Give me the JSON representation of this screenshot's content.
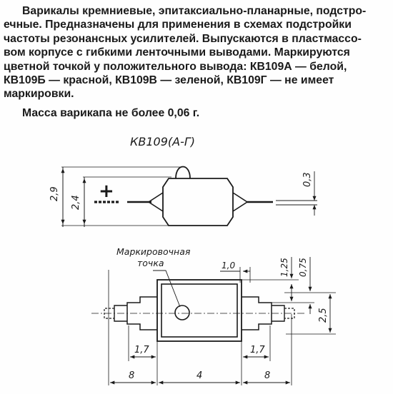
{
  "paragraph": {
    "lines": [
      "Варикалы кремниевые, эпитаксиально-планарные, подстро-",
      "ечные. Предназначены для применения в схемах подстройки",
      "частоты резонансных усилителей. Выпускаются в пластмассо-",
      "вом корпусе с гибкими ленточными выводами. Маркируются",
      "цветной точкой у положительного вывода: КВ109А — белой,",
      "КВ109Б — красной, КВ109В — зеленой, КВ109Г — не имеет",
      "маркировки."
    ]
  },
  "mass": "Масса варикапа не более 0,06 г.",
  "drawing": {
    "title": "КВ109(А-Г)",
    "polarity": "+",
    "marking_note_line1": "Маркировочная",
    "marking_note_line2": "точка",
    "dims": {
      "height_outer": "2,9",
      "height_inner": "2,4",
      "lead_thickness": "0,3",
      "lead_offset": "1,0",
      "dim_1_25": "1,25",
      "dim_0_75": "0,75",
      "width_2_5": "2,5",
      "lead_left": "1,7",
      "lead_right": "1,7",
      "left_8": "8",
      "body_4": "4",
      "right_8": "8"
    }
  }
}
